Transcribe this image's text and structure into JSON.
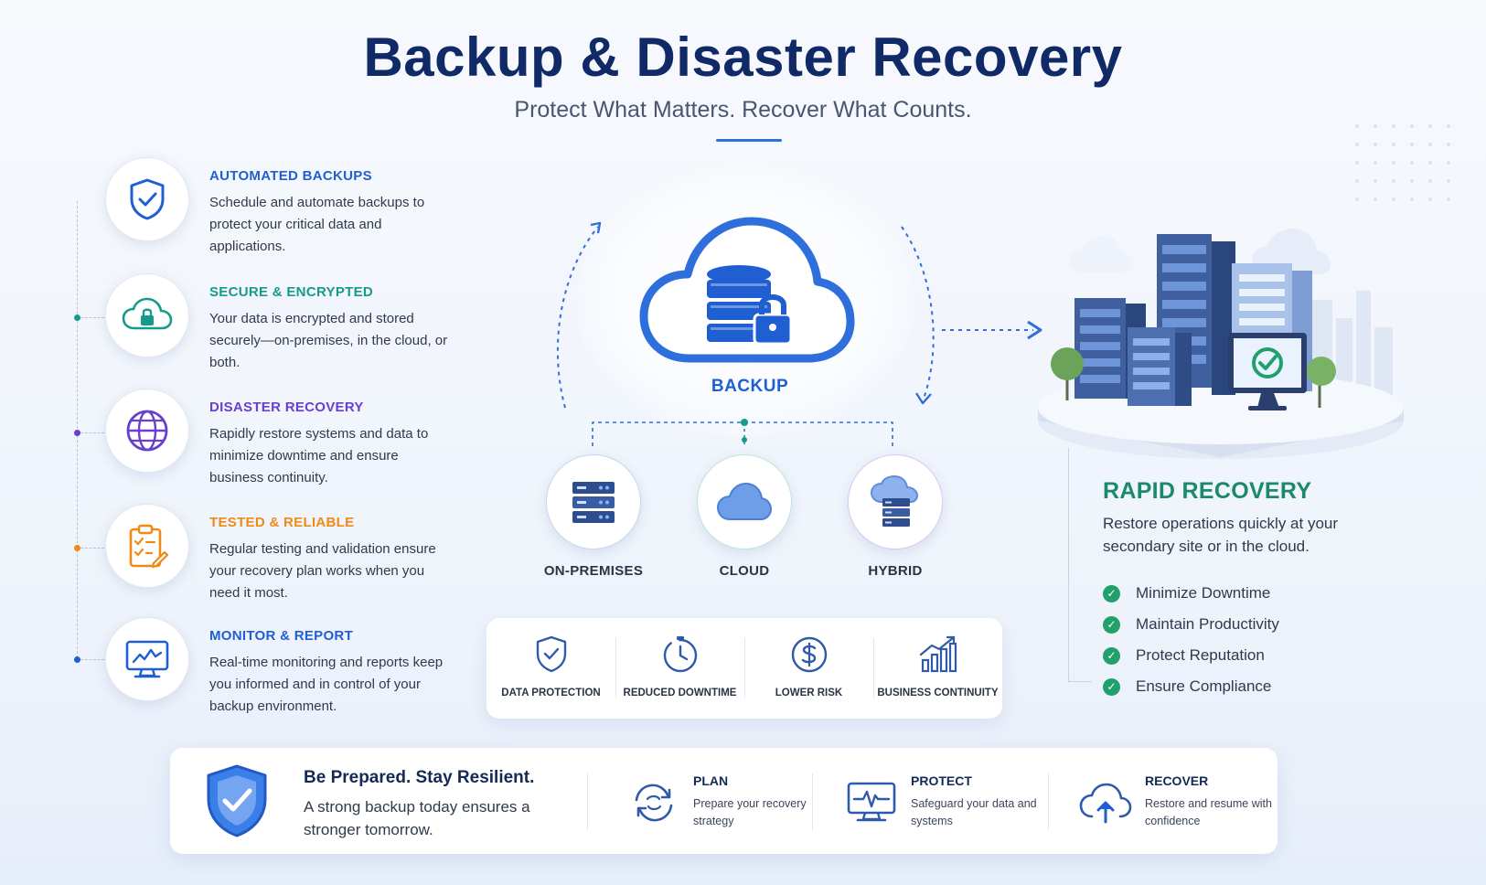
{
  "header": {
    "title": "Backup & Disaster Recovery",
    "subtitle": "Protect What Matters. Recover What Counts."
  },
  "features": [
    {
      "title": "AUTOMATED BACKUPS",
      "description": "Schedule and automate backups to protect your critical data and applications.",
      "icon": "shield-check-icon",
      "color": "#1f5fd1"
    },
    {
      "title": "SECURE & ENCRYPTED",
      "description": "Your data is encrypted and stored securely—on-premises, in the cloud, or both.",
      "icon": "cloud-lock-icon",
      "color": "#169a8a"
    },
    {
      "title": "DISASTER RECOVERY",
      "description": "Rapidly restore systems and data to minimize downtime and ensure business continuity.",
      "icon": "globe-icon",
      "color": "#6a3fcf"
    },
    {
      "title": "TESTED & RELIABLE",
      "description": "Regular testing and validation ensure your recovery plan works when you need it most.",
      "icon": "clipboard-check-icon",
      "color": "#ef8a17"
    },
    {
      "title": "MONITOR & REPORT",
      "description": "Real-time monitoring and reports keep you informed and in control of your backup environment.",
      "icon": "monitor-chart-icon",
      "color": "#1f5fd1"
    }
  ],
  "center": {
    "hub_label": "BACKUP",
    "nodes": [
      {
        "label": "ON-PREMISES",
        "icon": "server-rack-icon"
      },
      {
        "label": "CLOUD",
        "icon": "cloud-icon"
      },
      {
        "label": "HYBRID",
        "icon": "hybrid-cloud-server-icon"
      }
    ],
    "benefits": [
      {
        "label": "DATA PROTECTION",
        "icon": "shield-check-icon"
      },
      {
        "label": "REDUCED DOWNTIME",
        "icon": "stopwatch-icon"
      },
      {
        "label": "LOWER RISK",
        "icon": "dollar-coin-icon"
      },
      {
        "label": "BUSINESS CONTINUITY",
        "icon": "growth-chart-icon"
      }
    ]
  },
  "recovery": {
    "title": "RAPID RECOVERY",
    "description": "Restore operations quickly at your secondary site or in the cloud.",
    "items": [
      "Minimize Downtime",
      "Maintain Productivity",
      "Protect Reputation",
      "Ensure Compliance"
    ]
  },
  "banner": {
    "title": "Be Prepared. Stay Resilient.",
    "description": "A strong backup today ensures a stronger tomorrow.",
    "steps": [
      {
        "title": "PLAN",
        "description": "Prepare your recovery strategy",
        "icon": "refresh-cycle-icon"
      },
      {
        "title": "PROTECT",
        "description": "Safeguard your data and systems",
        "icon": "monitor-pulse-icon"
      },
      {
        "title": "RECOVER",
        "description": "Restore and resume with confidence",
        "icon": "cloud-upload-icon"
      }
    ]
  },
  "colors": {
    "navy": "#0f2a66",
    "blue": "#1f5fd1",
    "teal": "#169a8a",
    "purple": "#6a3fcf",
    "orange": "#ef8a17",
    "green": "#22a06b"
  }
}
